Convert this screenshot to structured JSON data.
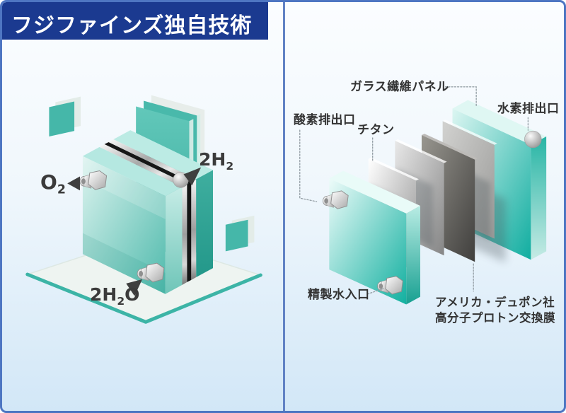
{
  "header": {
    "title": "フジファインズ独自技術"
  },
  "left_diagram": {
    "description": "electrolysis cell exploded view",
    "oxygen": {
      "base": "O",
      "sub": "2",
      "suffix": ""
    },
    "hydrogen": {
      "base": "2H",
      "sub": "2",
      "suffix": ""
    },
    "water": {
      "base": "2H",
      "sub": "2",
      "suffix": "O"
    }
  },
  "right_diagram": {
    "description": "stack layers exploded view",
    "glass_fiber_panel_label": "ガラス繊維パネル",
    "hydrogen_outlet_label": "水素排出口",
    "oxygen_outlet_label": "酸素排出口",
    "titanium_label": "チタン",
    "purified_water_inlet_label": "精製水入口",
    "membrane_label_line1": "アメリカ・デュポン社",
    "membrane_label_line2": "高分子プロトン交換膜"
  },
  "colors": {
    "banner_navy": "#1b3a90",
    "frame_blue": "#4e76c2",
    "divider_blue": "#6182c4",
    "teal": "#3cb8aa",
    "silver": "#c2c2c0",
    "membrane_dark": "#4a4948",
    "label_text": "#333333",
    "formula_text": "#3b3b3b"
  }
}
